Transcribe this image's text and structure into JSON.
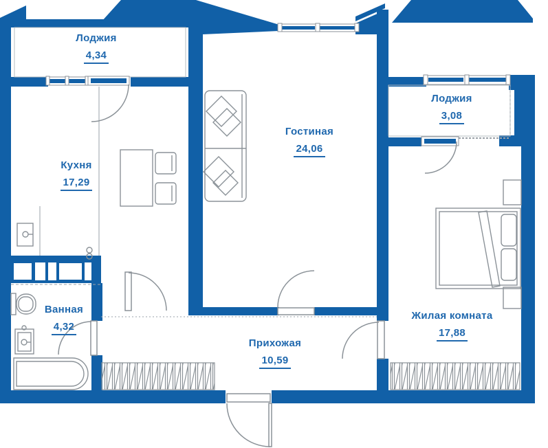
{
  "plan_type": "apartment-floor-plan",
  "rooms": [
    {
      "id": "loggia-1",
      "name": "Лоджия",
      "area": "4,34"
    },
    {
      "id": "kitchen",
      "name": "Кухня",
      "area": "17,29"
    },
    {
      "id": "living-room",
      "name": "Гостиная",
      "area": "24,06"
    },
    {
      "id": "loggia-2",
      "name": "Лоджия",
      "area": "3,08"
    },
    {
      "id": "bedroom",
      "name": "Жилая комната",
      "area": "17,88"
    },
    {
      "id": "bathroom",
      "name": "Ванная",
      "area": "4,32"
    },
    {
      "id": "hallway",
      "name": "Прихожая",
      "area": "10,59"
    }
  ],
  "colors": {
    "wall": "#1160a7",
    "label_text": "#1f68ae",
    "furniture_line": "#8b9298",
    "background": "#ffffff"
  }
}
